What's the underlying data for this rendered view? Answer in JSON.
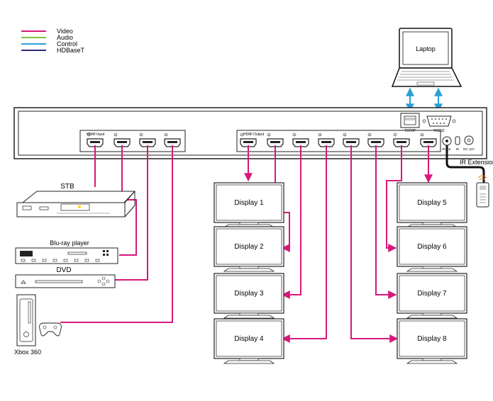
{
  "legend": [
    {
      "label": "Video",
      "color": "#d6187a"
    },
    {
      "label": "Audio",
      "color": "#7fc542"
    },
    {
      "label": "Control",
      "color": "#2a9fd8"
    },
    {
      "label": "HDBaseT",
      "color": "#2c2a7c"
    }
  ],
  "laptop": {
    "label": "Laptop"
  },
  "matrix": {
    "hdmi_input_label": "HDMI Input",
    "hdmi_output_label": "HDMI Output",
    "input_numbers": [
      "1",
      "2",
      "3",
      "4"
    ],
    "output_numbers": [
      "1",
      "2",
      "3",
      "4",
      "5",
      "6",
      "7",
      "8"
    ],
    "tcpip_label": "TCP/IP",
    "rs232_label": "RS232",
    "ir_ext_label": "IR Ext.",
    "ir_label": "IR",
    "dc_label": "DC 12V"
  },
  "ir_extension": {
    "label": "IR Extension"
  },
  "sources": {
    "stb": "STB",
    "bluray": "Blu-ray player",
    "dvd": "DVD",
    "xbox": "Xbox 360"
  },
  "displays": [
    "Display 1",
    "Display 2",
    "Display 3",
    "Display 4",
    "Display 5",
    "Display 6",
    "Display 7",
    "Display 8"
  ]
}
